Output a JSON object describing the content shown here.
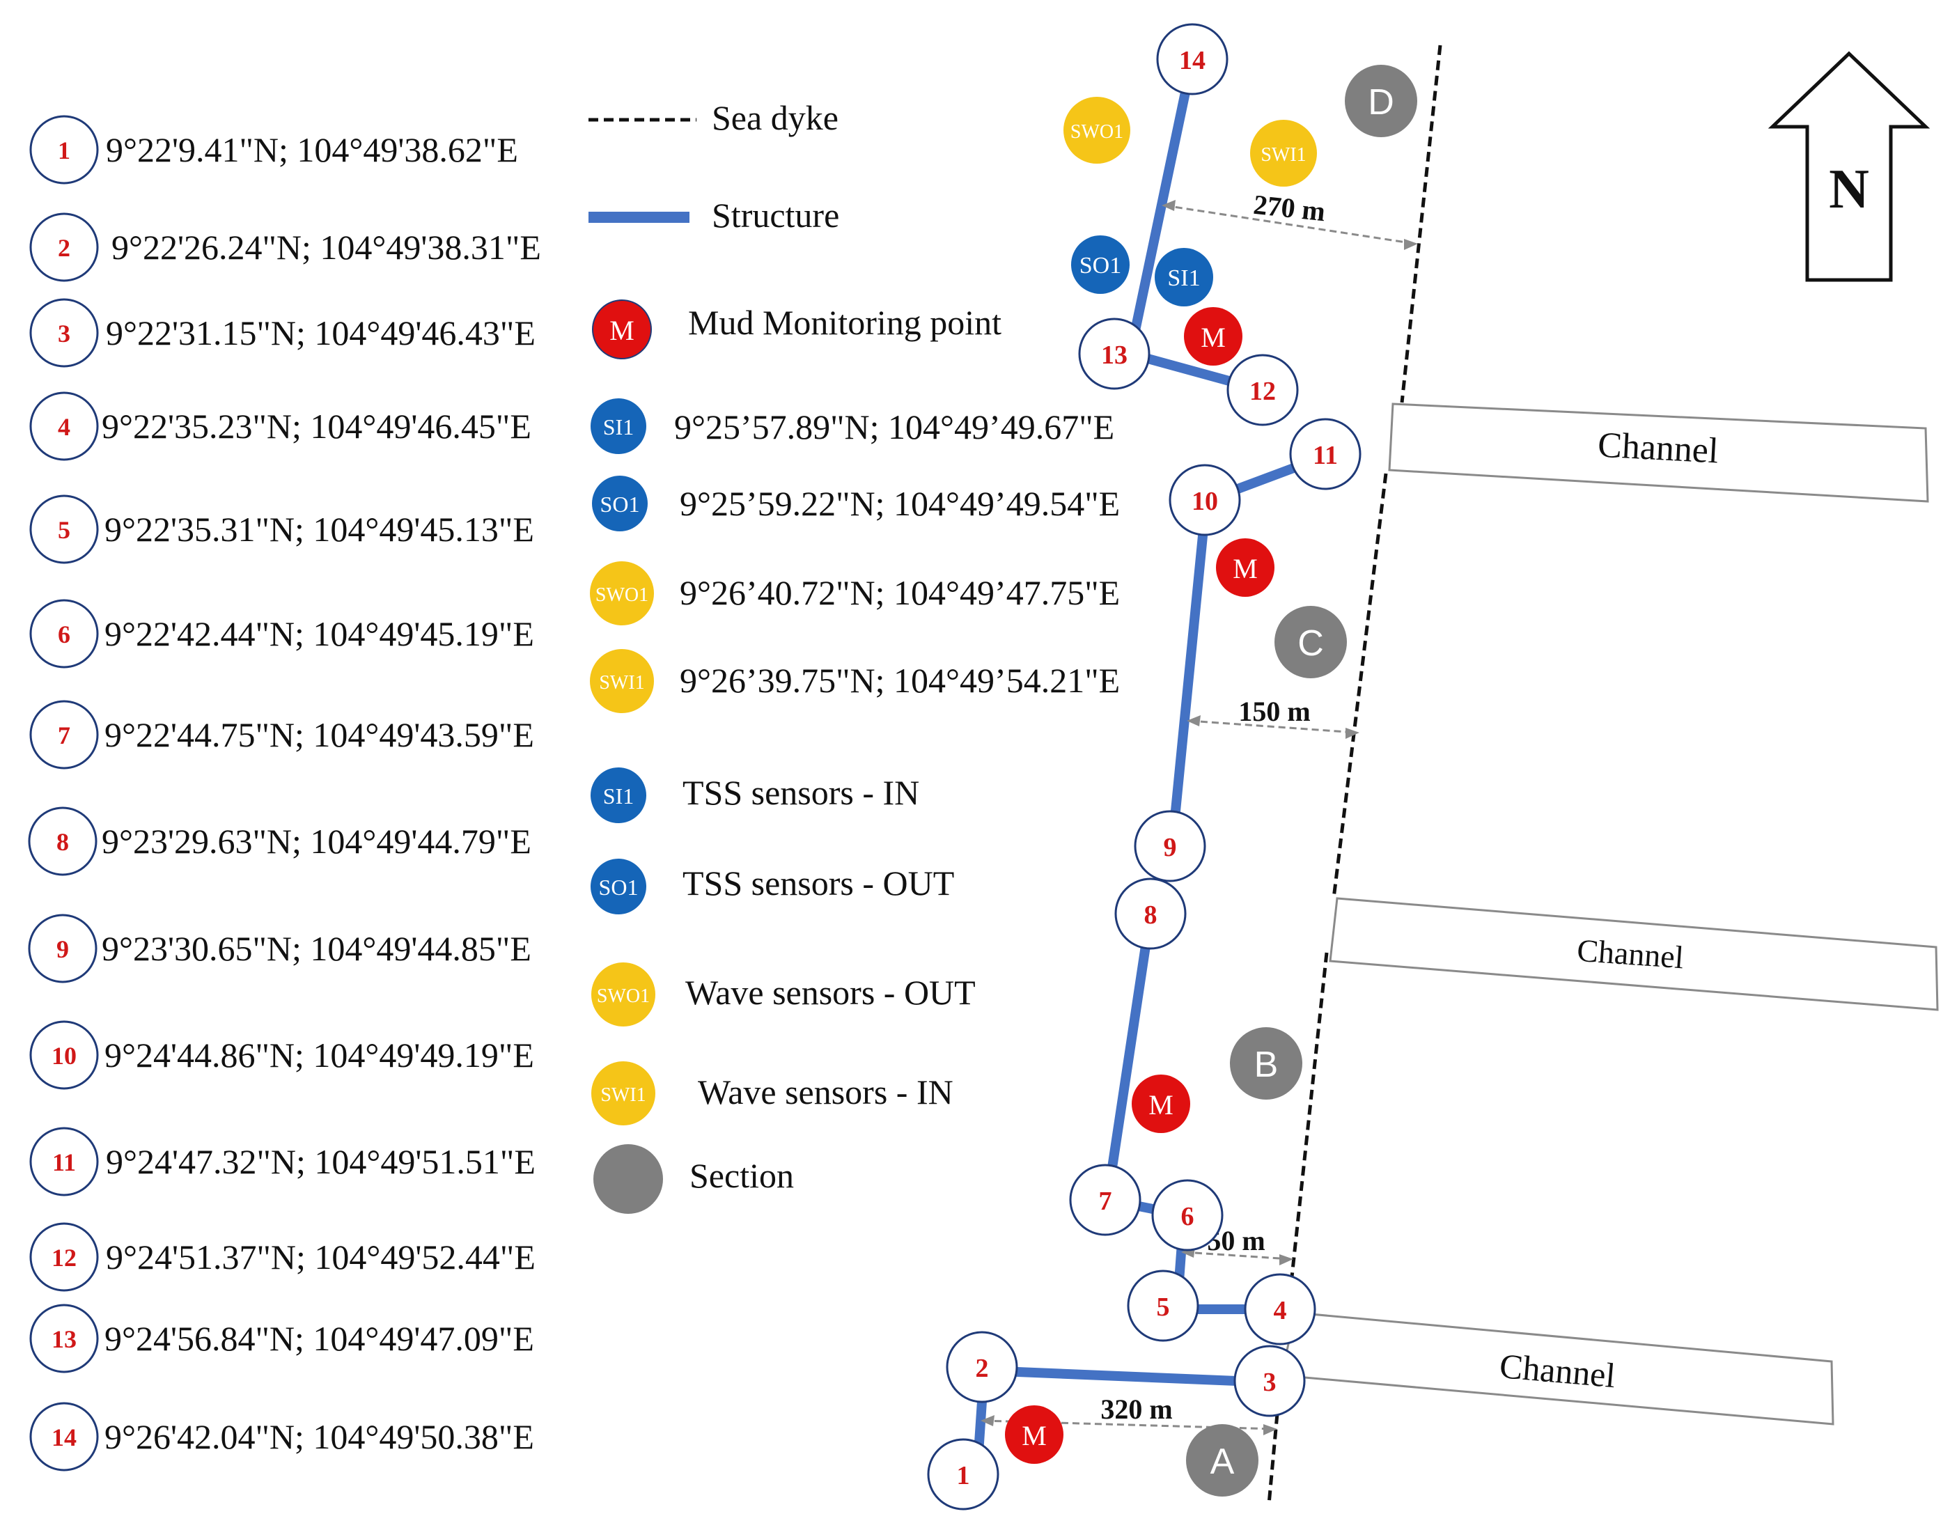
{
  "colors": {
    "point_stroke": "#1f3a78",
    "point_number": "#d01818",
    "structure": "#4472c4",
    "tss_sensor": "#1565b8",
    "wave_sensor": "#f5c518",
    "mud_point": "#e01010",
    "section": "#7f7f7f",
    "sea_dyke": "#111111",
    "distance_arrow": "#8a8a8a"
  },
  "points": [
    {
      "id": "1",
      "coord": "9°22'9.41\"N; 104°49'38.62\"E"
    },
    {
      "id": "2",
      "coord": "9°22'26.24\"N; 104°49'38.31\"E"
    },
    {
      "id": "3",
      "coord": "9°22'31.15\"N; 104°49'46.43\"E"
    },
    {
      "id": "4",
      "coord": "9°22'35.23\"N; 104°49'46.45\"E"
    },
    {
      "id": "5",
      "coord": "9°22'35.31\"N; 104°49'45.13\"E"
    },
    {
      "id": "6",
      "coord": "9°22'42.44\"N; 104°49'45.19\"E"
    },
    {
      "id": "7",
      "coord": "9°22'44.75\"N; 104°49'43.59\"E"
    },
    {
      "id": "8",
      "coord": "9°23'29.63\"N; 104°49'44.79\"E"
    },
    {
      "id": "9",
      "coord": "9°23'30.65\"N; 104°49'44.85\"E"
    },
    {
      "id": "10",
      "coord": "9°24'44.86\"N; 104°49'49.19\"E"
    },
    {
      "id": "11",
      "coord": "9°24'47.32\"N; 104°49'51.51\"E"
    },
    {
      "id": "12",
      "coord": "9°24'51.37\"N; 104°49'52.44\"E"
    },
    {
      "id": "13",
      "coord": "9°24'56.84\"N; 104°49'47.09\"E"
    },
    {
      "id": "14",
      "coord": "9°26'42.04\"N; 104°49'50.38\"E"
    }
  ],
  "legend": {
    "sea_dyke": "Sea dyke",
    "structure": "Structure",
    "mud_symbol": "M",
    "mud": "Mud Monitoring point",
    "tss_in_symbol": "SI1",
    "tss_in": "TSS sensors - IN",
    "tss_out_symbol": "SO1",
    "tss_out": "TSS sensors - OUT",
    "wave_out_symbol": "SWO1",
    "wave_out": "Wave sensors - OUT",
    "wave_in_symbol": "SWI1",
    "wave_in": "Wave sensors - IN",
    "section": "Section"
  },
  "sensors": [
    {
      "symbol": "SI1",
      "coord": "9°25’57.89\"N; 104°49’49.67\"E"
    },
    {
      "symbol": "SO1",
      "coord": "9°25’59.22\"N; 104°49’49.54\"E"
    },
    {
      "symbol": "SWO1",
      "coord": "9°26’40.72\"N; 104°49’47.75\"E"
    },
    {
      "symbol": "SWI1",
      "coord": "9°26’39.75\"N; 104°49’54.21\"E"
    }
  ],
  "sections": [
    "A",
    "B",
    "C",
    "D"
  ],
  "distances": [
    "270 m",
    "150 m",
    "50 m",
    "320 m"
  ],
  "channel_label": "Channel",
  "north_label": "N"
}
